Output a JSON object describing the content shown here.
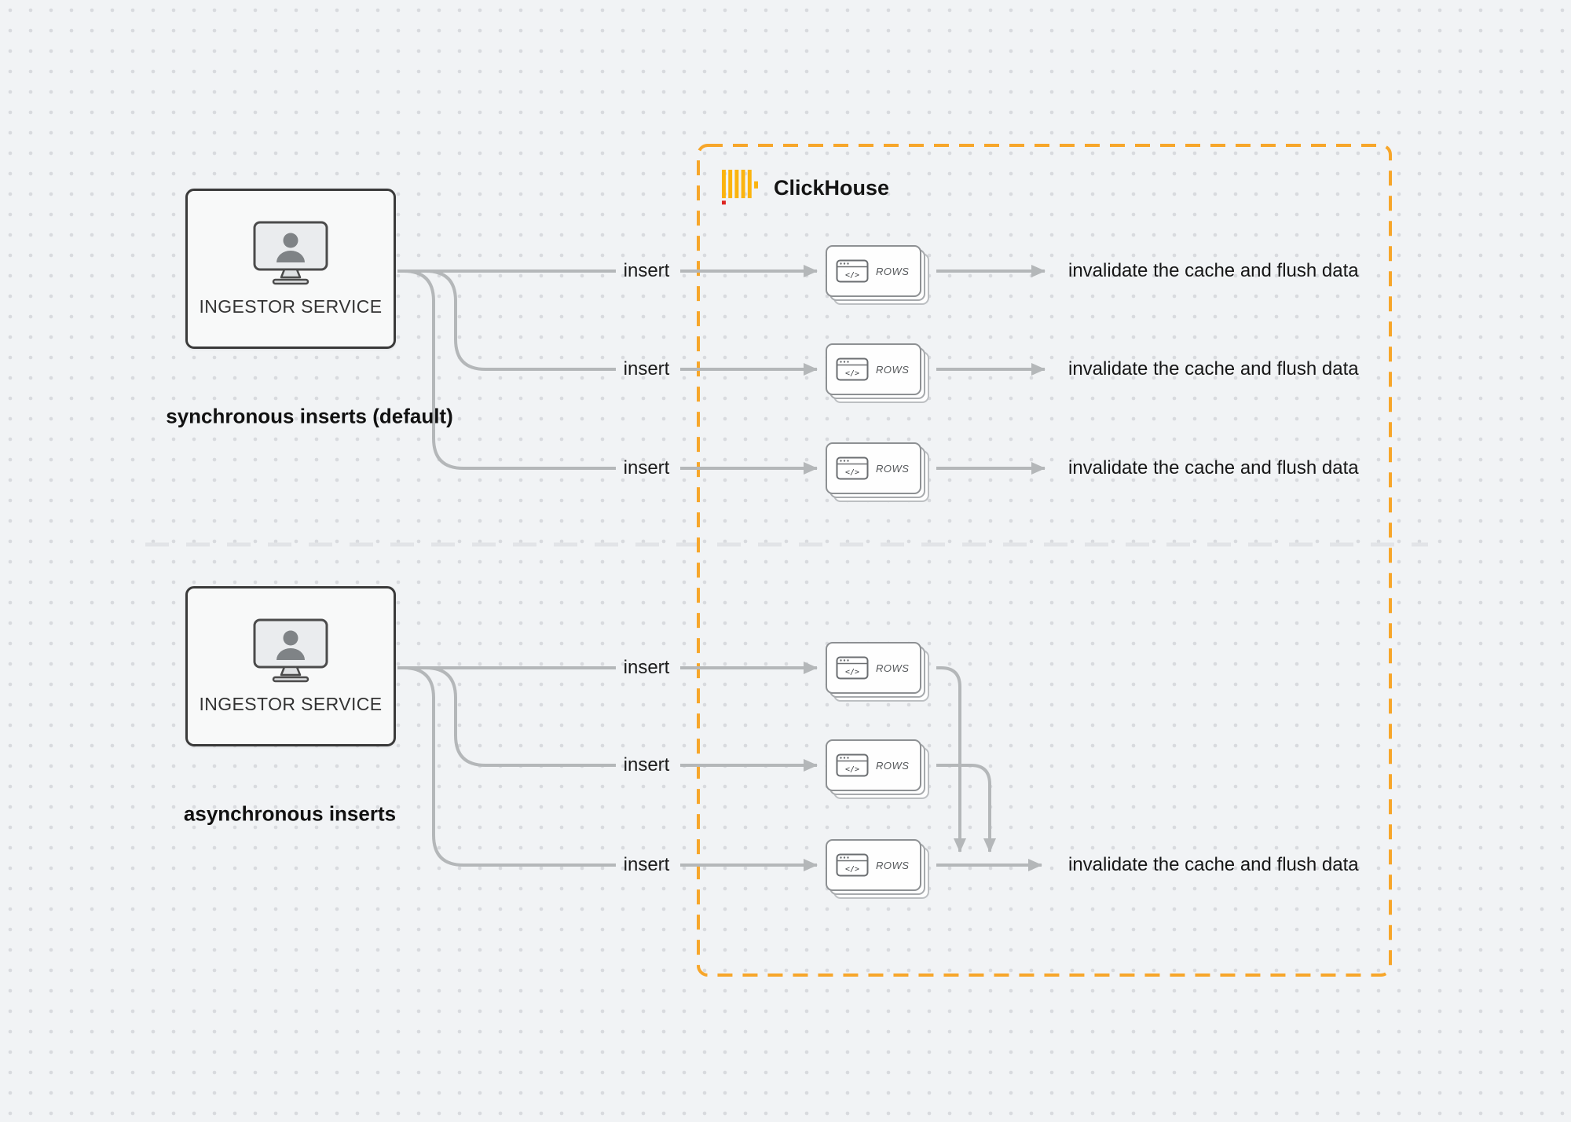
{
  "diagram": {
    "clickhouse_label": "ClickHouse",
    "rows_label": "ROWS",
    "code_glyph": "</>",
    "sync": {
      "ingestor_label": "INGESTOR SERVICE",
      "caption": "synchronous inserts (default)",
      "inserts": [
        "insert",
        "insert",
        "insert"
      ],
      "results": [
        "invalidate the cache and flush data",
        "invalidate the cache and flush data",
        "invalidate the cache and flush data"
      ]
    },
    "async": {
      "ingestor_label": "INGESTOR SERVICE",
      "caption": "asynchronous inserts",
      "inserts": [
        "insert",
        "insert",
        "insert"
      ],
      "result": "invalidate the cache and flush data"
    },
    "colors": {
      "accent_orange": "#f7a62a",
      "connector_gray": "#b4b7b9",
      "logo_yellow": "#fbb40e",
      "logo_red": "#dd2420",
      "background": "#f1f3f5"
    }
  }
}
